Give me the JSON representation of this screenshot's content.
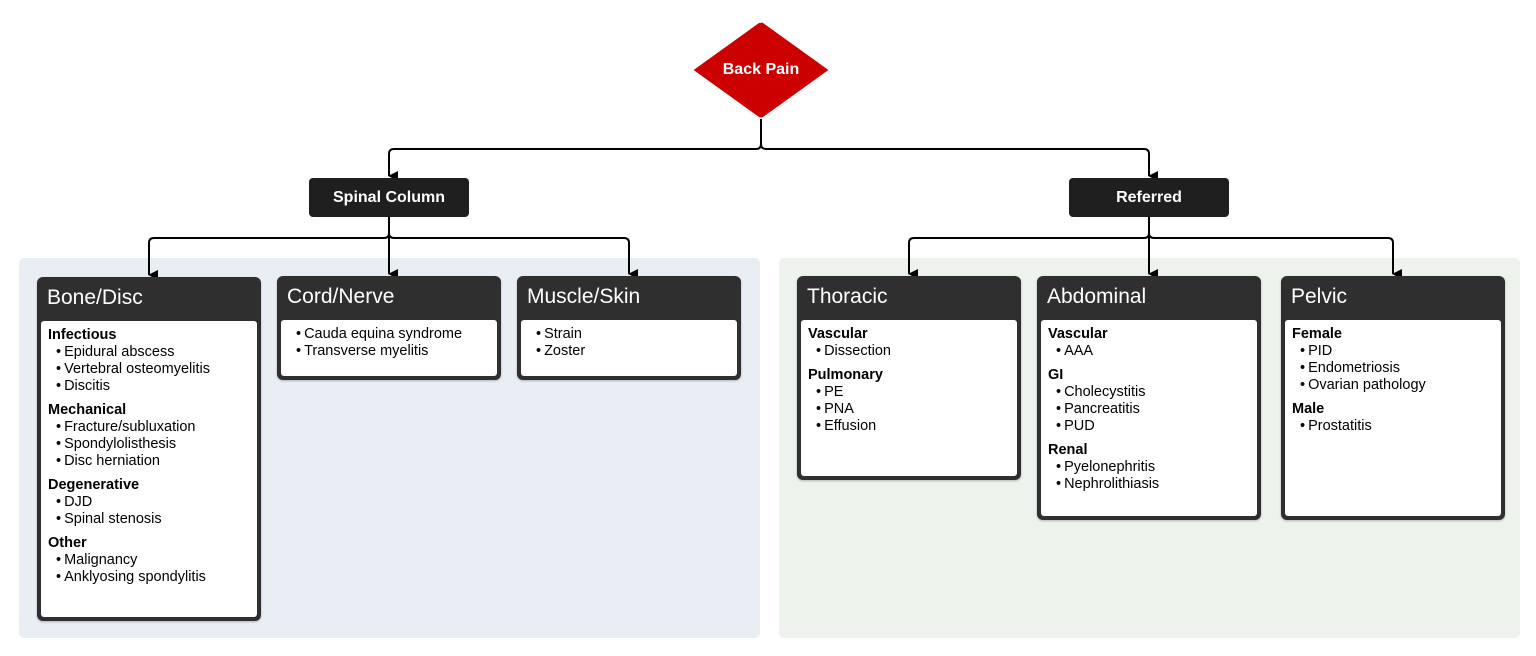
{
  "root": {
    "label": "Back Pain"
  },
  "categories": [
    {
      "label": "Spinal Column"
    },
    {
      "label": "Referred"
    }
  ],
  "colors": {
    "root_fill": "#cc0000",
    "category_fill": "#1f1f1f",
    "card_header": "#2f2f2f",
    "panel_spinal": "#e9eef5",
    "panel_referred": "#edf2ec"
  },
  "cards": {
    "bone_disc": {
      "title": "Bone/Disc",
      "groups": [
        {
          "label": "Infectious",
          "items": [
            "Epidural abscess",
            "Vertebral osteomyelitis",
            "Discitis"
          ]
        },
        {
          "label": "Mechanical",
          "items": [
            "Fracture/subluxation",
            "Spondylolisthesis",
            "Disc herniation"
          ]
        },
        {
          "label": "Degenerative",
          "items": [
            "DJD",
            "Spinal stenosis"
          ]
        },
        {
          "label": "Other",
          "items": [
            "Malignancy",
            "Anklyosing spondylitis"
          ]
        }
      ]
    },
    "cord_nerve": {
      "title": "Cord/Nerve",
      "groups": [
        {
          "label": "",
          "items": [
            "Cauda equina syndrome",
            "Transverse myelitis"
          ]
        }
      ]
    },
    "muscle_skin": {
      "title": "Muscle/Skin",
      "groups": [
        {
          "label": "",
          "items": [
            "Strain",
            "Zoster"
          ]
        }
      ]
    },
    "thoracic": {
      "title": "Thoracic",
      "groups": [
        {
          "label": "Vascular",
          "items": [
            "Dissection"
          ]
        },
        {
          "label": "Pulmonary",
          "items": [
            "PE",
            "PNA",
            "Effusion"
          ]
        }
      ]
    },
    "abdominal": {
      "title": "Abdominal",
      "groups": [
        {
          "label": "Vascular",
          "items": [
            "AAA"
          ]
        },
        {
          "label": "GI",
          "items": [
            "Cholecystitis",
            "Pancreatitis",
            "PUD"
          ]
        },
        {
          "label": "Renal",
          "items": [
            "Pyelonephritis",
            "Nephrolithiasis"
          ]
        }
      ]
    },
    "pelvic": {
      "title": "Pelvic",
      "groups": [
        {
          "label": "Female",
          "items": [
            "PID",
            "Endometriosis",
            "Ovarian pathology"
          ]
        },
        {
          "label": "Male",
          "items": [
            "Prostatitis"
          ]
        }
      ]
    }
  }
}
